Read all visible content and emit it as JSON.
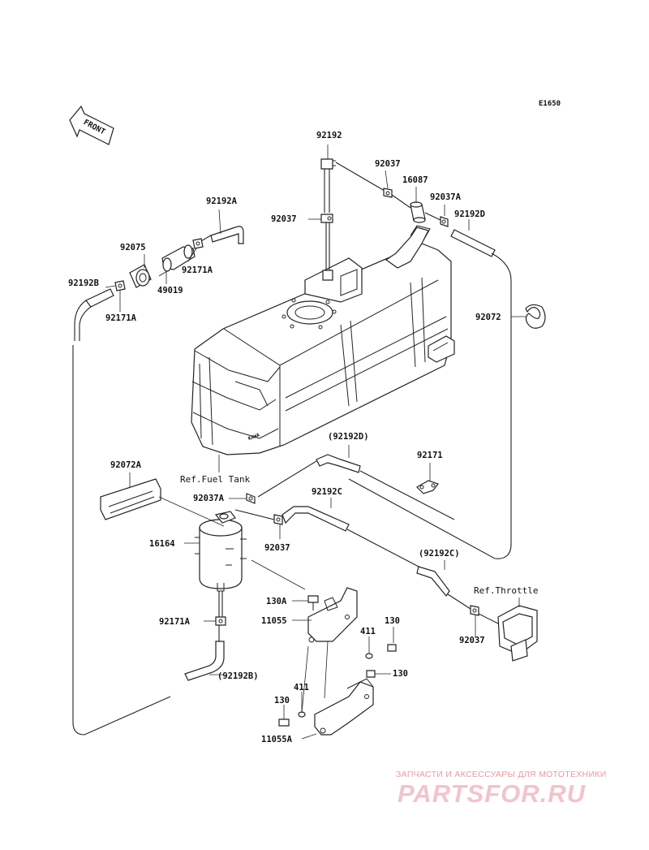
{
  "diagram_code": "E1650",
  "front_label": "FRONT",
  "references": {
    "fuel_tank": "Ref.Fuel Tank",
    "throttle": "Ref.Throttle"
  },
  "labels": {
    "p92192_top": "92192",
    "p92037_top": "92037",
    "p16087": "16087",
    "p92037A_top": "92037A",
    "p92192D_top": "92192D",
    "p92037_left": "92037",
    "p92192A": "92192A",
    "p92075": "92075",
    "p92171A_upper": "92171A",
    "p49019": "49019",
    "p92192B": "92192B",
    "p92171A_left": "92171A",
    "p92072": "92072",
    "p92192D_mid": "(92192D)",
    "p92171": "92171",
    "p92072A": "92072A",
    "p92037A_mid": "92037A",
    "p92192C": "92192C",
    "p16164": "16164",
    "p92037_mid": "92037",
    "p92192C_paren": "(92192C)",
    "p130A": "130A",
    "p11055": "11055",
    "p92171A_low": "92171A",
    "p411_top": "411",
    "p130_top": "130",
    "p92037_right": "92037",
    "p130_right": "130",
    "p92192B_paren": "(92192B)",
    "p411_low": "411",
    "p130_left": "130",
    "p11055A": "11055A"
  },
  "watermark": {
    "tagline": "ЗАПЧАСТИ И АКСЕССУАРЫ ДЛЯ МОТОТЕХНИКИ",
    "logo": "PARTSFOR.RU"
  }
}
